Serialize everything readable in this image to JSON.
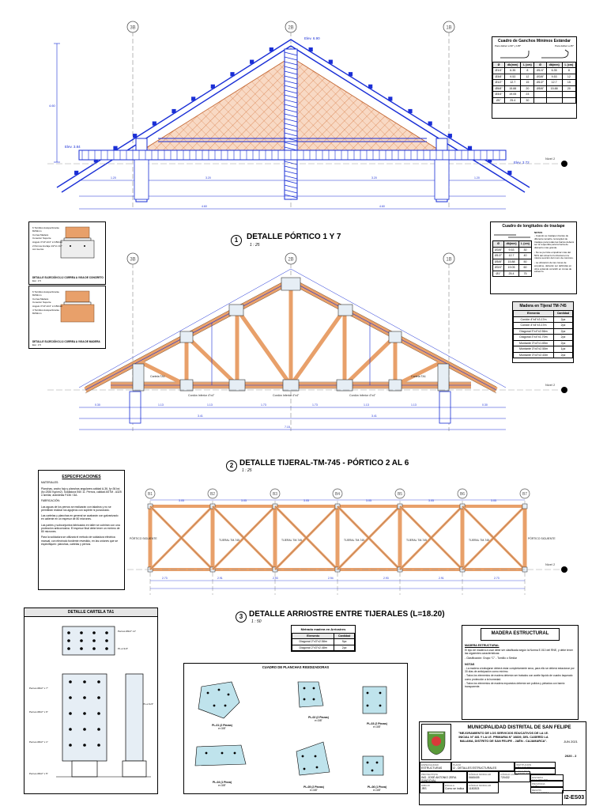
{
  "drawing": {
    "sheet_code": "I2-ES03",
    "sections": [
      {
        "num": "1",
        "title": "DETALLE PÓRTICO 1 Y 7",
        "scale": "1 : 25"
      },
      {
        "num": "2",
        "title": "DETALLE TIJERAL-TM-745 - PÓRTICO 2 AL 6",
        "scale": "1 : 25"
      },
      {
        "num": "3",
        "title": "DETALLE ARRIOSTRE ENTRE TIJERALES (L=18.20)",
        "scale": "1 : 50"
      }
    ],
    "grid_axes_top": [
      "3B",
      "2B",
      "1B"
    ],
    "grid_axes_bracing": [
      "B1",
      "B2",
      "B3",
      "B4",
      "B5",
      "B6",
      "B7"
    ],
    "level_labels": [
      "Nivel 2",
      "Nivel 2",
      "Nivel 2"
    ],
    "elevations": [
      "Elev. 6.90",
      "Elev. 3.84",
      "Elev. 3.72"
    ],
    "bracing_dims": [
      "3.05",
      "3.05",
      "3.05",
      "3.05",
      "3.05",
      "3.05"
    ],
    "bracing_bottom_dims": [
      "2.73",
      "2.91",
      "2.93",
      "2.94",
      "2.93",
      "2.91",
      "2.73"
    ],
    "truss_labels": [
      "Cartela TA1",
      "Cartela TA1",
      "Cordón Inferior 4\"x4\"",
      "Cordón Inferior 4\"x4\"",
      "Cordón Inferior 4\"x4\""
    ],
    "bracing_labels": [
      "TIJERAL TM-745",
      "TIJERAL TM-745",
      "TIJERAL TM-745",
      "TIJERAL TM-745",
      "TIJERAL TM-745"
    ],
    "portico_label": "PÓRTICO SIGUIENTE"
  },
  "hooks_table": {
    "title": "Cuadro de Ganchos Mínimos Estándar",
    "sub_left": "Para doblez a 90° y 135°",
    "sub_right": "Para doblez a 45°",
    "headers": [
      "Ø",
      "db(mm)",
      "L (cm)",
      "Ø",
      "db(mm)",
      "L (cm)"
    ],
    "rows": [
      [
        "Ø1/4\"",
        "6.35",
        "8",
        "Ø1/4\"",
        "6.35",
        "8"
      ],
      [
        "Ø3/8\"",
        "9.53",
        "12",
        "Ø3/8\"",
        "9.53",
        "12"
      ],
      [
        "Ø1/2\"",
        "12.7",
        "15",
        "Ø1/2\"",
        "12.7",
        "15"
      ],
      [
        "Ø5/8\"",
        "15.88",
        "20",
        "Ø5/8\"",
        "15.88",
        "20"
      ],
      [
        "Ø3/4\"",
        "19.05",
        "23",
        "",
        "",
        ""
      ],
      [
        "Ø1\"",
        "25.4",
        "30",
        "",
        "",
        ""
      ]
    ]
  },
  "splice_table": {
    "title": "Cuadro de longitudes de traslape",
    "headers": [
      "Ø",
      "db(mm)",
      "L (cm)"
    ],
    "rows": [
      [
        "Ø3/8\"",
        "9.53",
        "30"
      ],
      [
        "Ø1/2\"",
        "12.7",
        "40"
      ],
      [
        "Ø5/8\"",
        "15.88",
        "50"
      ],
      [
        "Ø3/4\"",
        "19.05",
        "60"
      ],
      [
        "Ø1\"",
        "25.4",
        "75"
      ]
    ],
    "notes_title": "NOTAS",
    "notes": [
      "- Cuando se traslapen barras de diferente tamaño, la longitud de traslape para todas las barras deberá ser la requerida para la barra de diámetro más grande.",
      "- No se permite empalmar más del 50% del refuerzo horizontal en la misma sección del muro de concreto.",
      "- La ubicación de las zonas de empalme, deberán ser definidas en obra evitando coincidir en zonas de esfuerzo."
    ]
  },
  "truss_wood_table": {
    "title": "Madera en Tijeral TM-745",
    "headers": [
      "Elemento",
      "Cantidad"
    ],
    "rows": [
      [
        "Cordón 4\"x4\"x3.17m",
        "2pz"
      ],
      [
        "Cordón 4\"x4\"x3.17m",
        "2pz"
      ],
      [
        "Diagonal 3\"x4\"x2.56m",
        "2pz"
      ],
      [
        "Diagonal 3\"x4\"x1.70m",
        "2pz"
      ],
      [
        "Montante 3\"x4\"x1.65m",
        "2pz"
      ],
      [
        "Montante 3\"x4\"x2.55m",
        "1pz"
      ],
      [
        "Montante 3\"x4\"x2.43m",
        "2pz"
      ]
    ]
  },
  "bracing_wood_table": {
    "title": "Metrado madera en Arriostres",
    "headers": [
      "Elemento",
      "Cantidad"
    ],
    "rows": [
      [
        "Diagonal 2\"x3\"x2.58m",
        "9pz"
      ],
      [
        "Diagonal 2\"x3\"x2.48m",
        "2pz"
      ]
    ]
  },
  "connection_details": [
    {
      "title": "DETALLE SUJECIÓN DJ-2 CORREA A VIGA DE CONCRETO",
      "scale": "Esc. 1:5",
      "labels": [
        "6 Tornillos Autoperforante 8x50mm",
        "Correa Madera",
        "Conector Soporte",
        "Angulo 3\"x3\"x1/4\" L=150mm",
        "2 Pernos Anclaje 1/2\"x1 1/2\" con tuerca"
      ]
    },
    {
      "title": "DETALLE SUJECIÓN DJ-3 CORREA A VIGA DE MADERA",
      "scale": "Esc. 1:5",
      "labels": [
        "6 Tornillos Autoperforante 8x50mm",
        "Correa Madera",
        "Conector Soporte",
        "Angulo 3\"x3\"x1/4\" L=150mm",
        "4 Tornillos Autoperforante 8x50mm"
      ]
    }
  ],
  "specs": {
    "title": "ESPECIFICACIONES",
    "paragraphs": [
      "MATERIALES:",
      "Planchas, ancho fajo y planchas angulares calidad A-36, fy=36 ksi (fy=2530 Kg/cm2). Soldadura E60 11. Pernos, calidad ASTM - A325 o similar, arandelas F436 / DA.",
      "FABRICACIÓN:",
      "Las aguas de los pernos se realizarán con taladros y no se permitirán realizar los agujeros con soplete ni punzonado.",
      "Las cartelas y planchas en general se acabarán con galvanizado en caliente en un espesor de 80 micrones.",
      "Las partes y subconjuntos fabricados en taller se cubrirán con una protección anticorrosiva. El espesor final debe tener un mínimo de 80 micrones.",
      "Para la soldadura se utilizará el método de soldadura eléctrica manual, con electrodo fundente revestido, en las uniones que se especifiquen: planchas, cartelas y pernos."
    ]
  },
  "cartela": {
    "title": "DETALLE CARTELA TA1",
    "labels": [
      "Pernos Ø1/2\" x1\"",
      "PL e=1/4\"",
      "Pernos Ø1/2\" x 7\"",
      "Pernos Ø1/2\" x 6\"",
      "Pernos Ø1/2\" x 1\"",
      "PL e=1/4\"",
      "Pernos Ø1/2\" x 5\""
    ]
  },
  "plates": {
    "title": "CUADRO DE PLANCHAS RIGIDIZADORAS",
    "items": [
      {
        "name": "PL-01 (2 Piezas)",
        "spec": "e=3/8\""
      },
      {
        "name": "PL-02 (2 Piezas)",
        "spec": "e=3/8\""
      },
      {
        "name": "PL-03 (2 Piezas)",
        "spec": "e=3/8\""
      },
      {
        "name": "PL-04 (1 Pieza)",
        "spec": "e=3/8\""
      },
      {
        "name": "PL-05 (2 Piezas)",
        "spec": "e=3/8\""
      },
      {
        "name": "PL-06 (1 Pieza)",
        "spec": "e=3/8\""
      }
    ]
  },
  "structural_wood": {
    "title": "MADERA ESTRUCTURAL",
    "subtitle": "MADERA ESTRUCTURAL",
    "text": "El tipo de madera a usar debe ser clasificada según la Norma E.010 del RNE, y debe tener las siguientes características:",
    "classification": "- Clasificación: Grupo \"C\" - Tornillo o Similar",
    "notes_title": "NOTAS",
    "notes": [
      "- La madera a trabajarse deberá estar completamente seca, para ello se deberá estacionar por 30 días de anticipación como mínimo.",
      "- Todos los elementos de madera deberán ser tratados con aceite liquido de cuadro laqueado como protección a la humedad.",
      "- Todos los elementos de madera expuestos deberán ser pulidos y pintados con barniz transparente."
    ]
  },
  "title_block": {
    "municipality": "MUNICIPALIDAD DISTRITAL DE SAN FELIPE",
    "project": "\"MEJORAMIENTO DE LOS SERVICIOS EDUCATIVOS DE LA I.E. INICIAL N° 481 Y LA I.E. PRIMARIA N° 16839, DEL CASERÍO LA MALAMA, DISTRITO DE SAN FELIPE - JAÉN - CAJAMARCA\".",
    "fields": [
      {
        "label": "ESPECIALIDAD",
        "value": "ESTRUCTURAS"
      },
      {
        "label": "PLANO",
        "value": "I2 - DETALLES ESTRUCTURALES"
      },
      {
        "label": "FECHA",
        "value": "JUN 2021"
      },
      {
        "label": "PROYECTISTA",
        "value": "ING. JOSÉ ANTONIO ZERA SANDOVAL"
      },
      {
        "label": "CÓDIGO MODULAR",
        "value": "0665405"
      },
      {
        "label": "CÓDIGO LOCAL",
        "value": "720432"
      },
      {
        "label": "DIBUJO",
        "value": "JRS"
      },
      {
        "label": "ESCALA",
        "value": "Como se indica"
      },
      {
        "label": "CÓDIGO MODULAR",
        "value": "1180303"
      },
      {
        "label": "INSTITUCIÓN",
        "value": "I.E.I. N° 481"
      },
      {
        "label": "LOCALIDAD",
        "value": "LA MALAMA"
      },
      {
        "label": "DISTRITO",
        "value": "SAN FELIPE"
      },
      {
        "label": "PROVINCIA",
        "value": "JAÉN"
      },
      {
        "label": "REGIÓN",
        "value": "CAJAMARCA"
      }
    ],
    "year": "2020 - 2",
    "sheet": "I2-ES03"
  }
}
